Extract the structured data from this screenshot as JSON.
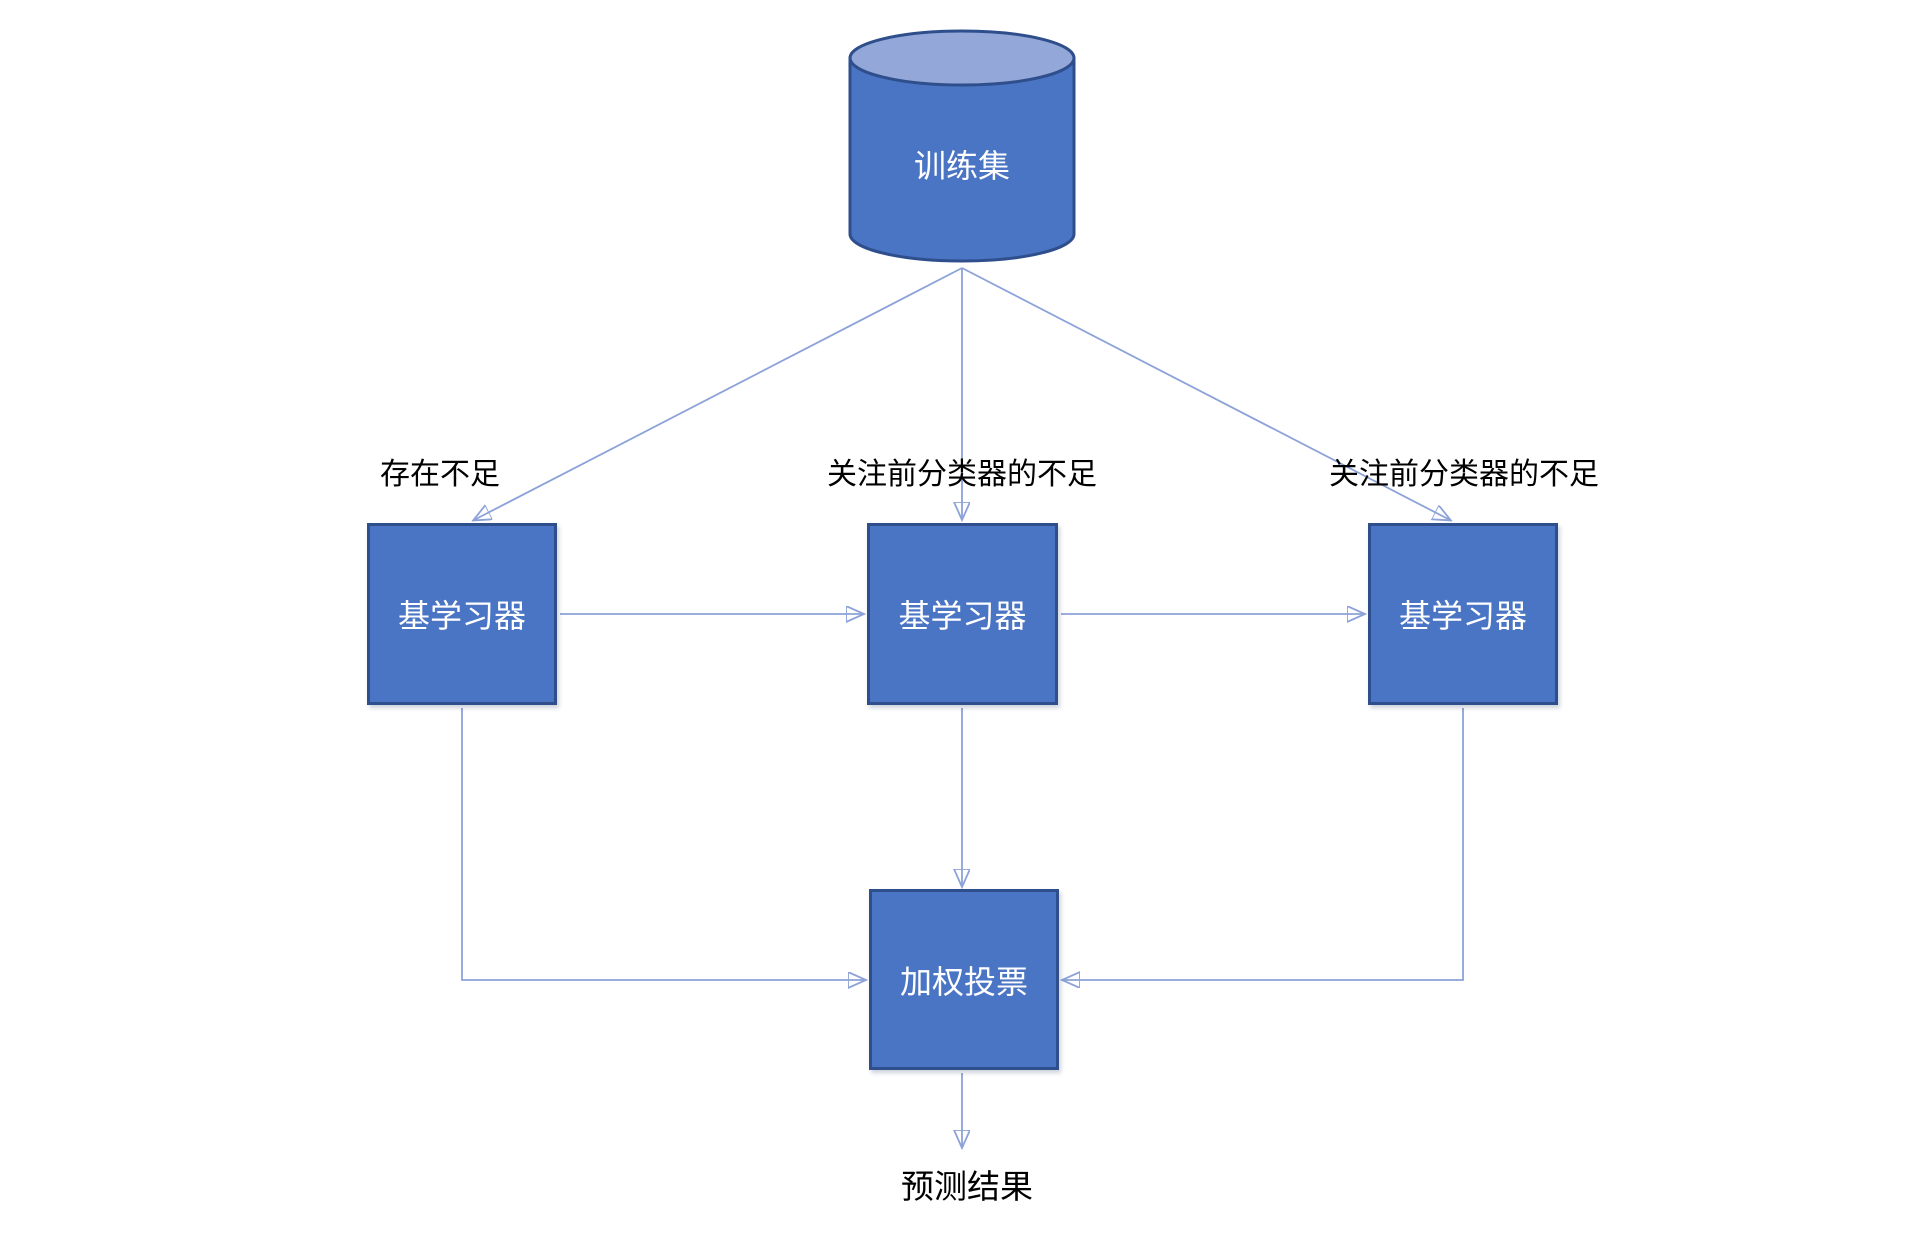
{
  "colors": {
    "bg": "#FFFFFF",
    "node_fill": "#4A74C4",
    "node_border": "#2E4E8C",
    "node_text": "#FFFFFF",
    "cylinder_top_fill": "#93A7D8",
    "connector": "#8CA2D8",
    "arrowhead": "#4A72BD",
    "label_color": "#000000"
  },
  "nodes": {
    "training_set": {
      "label": "训练集",
      "shape": "cylinder"
    },
    "base_learner_left": {
      "label": "基学习器",
      "shape": "rect"
    },
    "base_learner_middle": {
      "label": "基学习器",
      "shape": "rect"
    },
    "base_learner_right": {
      "label": "基学习器",
      "shape": "rect"
    },
    "weighted_voting": {
      "label": "加权投票",
      "shape": "rect"
    }
  },
  "annotations": {
    "left": "存在不足",
    "middle": "关注前分类器的不足",
    "right": "关注前分类器的不足",
    "result": "预测结果"
  },
  "edges": [
    {
      "from": "training_set",
      "to": "base_learner_left"
    },
    {
      "from": "training_set",
      "to": "base_learner_middle"
    },
    {
      "from": "training_set",
      "to": "base_learner_right"
    },
    {
      "from": "base_learner_left",
      "to": "base_learner_middle"
    },
    {
      "from": "base_learner_middle",
      "to": "base_learner_right"
    },
    {
      "from": "base_learner_left",
      "to": "weighted_voting"
    },
    {
      "from": "base_learner_middle",
      "to": "weighted_voting"
    },
    {
      "from": "base_learner_right",
      "to": "weighted_voting"
    },
    {
      "from": "weighted_voting",
      "to": "prediction_result"
    }
  ]
}
